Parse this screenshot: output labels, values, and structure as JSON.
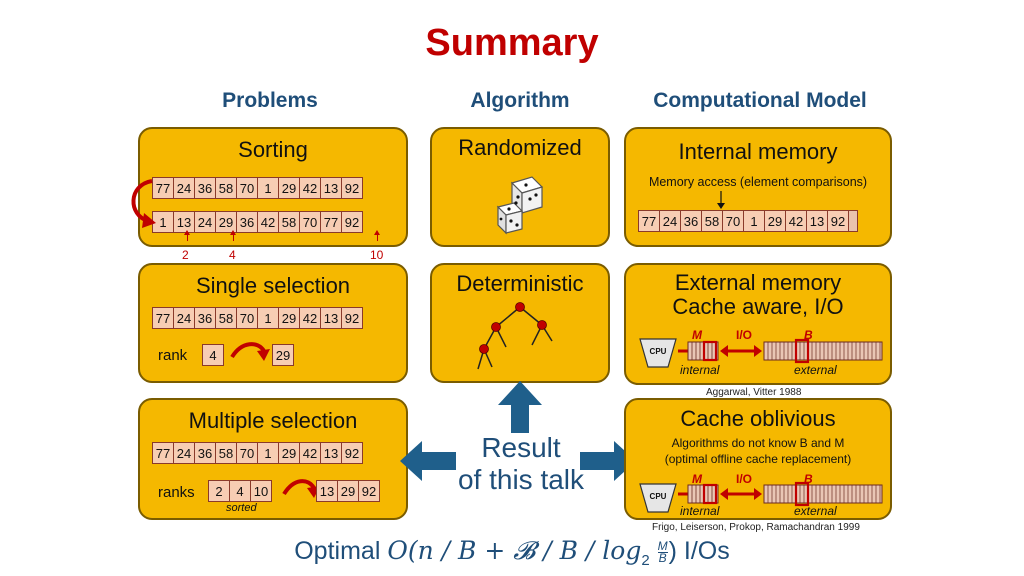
{
  "title": "Summary",
  "columns": {
    "problems": "Problems",
    "algorithm": "Algorithm",
    "model": "Computational Model"
  },
  "sorting": {
    "title": "Sorting",
    "unsorted": [
      "77",
      "24",
      "36",
      "58",
      "70",
      "1",
      "29",
      "42",
      "13",
      "92"
    ],
    "sorted": [
      "1",
      "13",
      "24",
      "29",
      "36",
      "42",
      "58",
      "70",
      "77",
      "92"
    ],
    "marks": [
      "2",
      "4",
      "10"
    ]
  },
  "single": {
    "title": "Single selection",
    "array": [
      "77",
      "24",
      "36",
      "58",
      "70",
      "1",
      "29",
      "42",
      "13",
      "92"
    ],
    "rank_label": "rank",
    "rank": "4",
    "result": "29"
  },
  "multiple": {
    "title": "Multiple selection",
    "array": [
      "77",
      "24",
      "36",
      "58",
      "70",
      "1",
      "29",
      "42",
      "13",
      "92"
    ],
    "ranks_label": "ranks",
    "ranks": [
      "2",
      "4",
      "10"
    ],
    "sorted_note": "sorted",
    "results": [
      "13",
      "29",
      "92"
    ]
  },
  "randomized": {
    "title": "Randomized",
    "icon": "dice-icon"
  },
  "deterministic": {
    "title": "Deterministic",
    "icon": "decision-tree-icon"
  },
  "result": {
    "line1": "Result",
    "line2": "of this talk"
  },
  "internal": {
    "title": "Internal memory",
    "note": "Memory access (element comparisons)",
    "array": [
      "77",
      "24",
      "36",
      "58",
      "70",
      "1",
      "29",
      "42",
      "13",
      "92"
    ]
  },
  "external": {
    "title1": "External memory",
    "title2": "Cache aware, I/O",
    "cpu": "CPU",
    "M": "M",
    "io": "I/O",
    "B": "B",
    "internal": "internal",
    "external": "external",
    "credit": "Aggarwal, Vitter 1988"
  },
  "oblivious": {
    "title": "Cache oblivious",
    "note1": "Algorithms do not know B and M",
    "note2": "(optimal offline cache replacement)",
    "cpu": "CPU",
    "M": "M",
    "io": "I/O",
    "B": "B",
    "internal": "internal",
    "external": "external",
    "credit": "Frigo, Leiserson, Prokop, Ramachandran 1999"
  },
  "formula": {
    "prefix": "Optimal ",
    "O": "O",
    "body": "(n / B + 𝓑 / B / log",
    "base": "2",
    "frac_top": "M",
    "frac_bottom": "B",
    "close": ")",
    "suffix": " I/Os"
  },
  "colors": {
    "panel": "#f5b800",
    "title": "#c00000",
    "accent": "#1f4e79",
    "cell": "#f7cdb3",
    "red": "#c00000"
  }
}
